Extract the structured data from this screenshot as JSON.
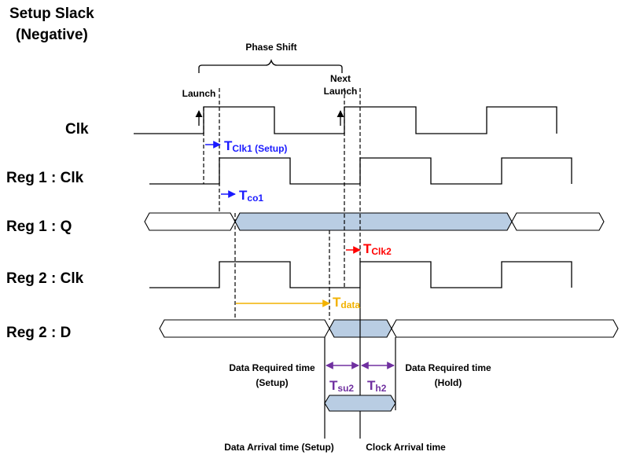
{
  "title": {
    "line1": "Setup Slack",
    "line2": "(Negative)"
  },
  "labels": {
    "phase_shift": "Phase Shift",
    "launch": "Launch",
    "next_launch_1": "Next",
    "next_launch_2": "Launch"
  },
  "rows": {
    "clk": "Clk",
    "reg1_clk": "Reg 1 : Clk",
    "reg1_q": "Reg 1 : Q",
    "reg2_clk": "Reg 2 : Clk",
    "reg2_d": "Reg 2 : D"
  },
  "delays": {
    "tclk1": {
      "main": "T",
      "sub": "Clk1 (Setup)",
      "color": "#1a1aff"
    },
    "tco1": {
      "main": "T",
      "sub": "co1",
      "color": "#1a1aff"
    },
    "tclk2": {
      "main": "T",
      "sub": "Clk2",
      "color": "#ff0000"
    },
    "tdata": {
      "main": "T",
      "sub": "data",
      "color": "#f2b200"
    },
    "tsu2": {
      "main": "T",
      "sub": "su2",
      "color": "#7030a0"
    },
    "th2": {
      "main": "T",
      "sub": "h2",
      "color": "#7030a0"
    }
  },
  "annotations": {
    "drt_setup_1": "Data Required time",
    "drt_setup_2": "(Setup)",
    "drt_hold_1": "Data Required time",
    "drt_hold_2": "(Hold)",
    "arrival_setup": "Data Arrival time (Setup)",
    "clock_arrival": "Clock Arrival time"
  },
  "colors": {
    "bus_fill": "#b9cde3",
    "blue": "#1a1aff",
    "red": "#ff0000",
    "orange": "#f2b200",
    "purple": "#7030a0"
  }
}
